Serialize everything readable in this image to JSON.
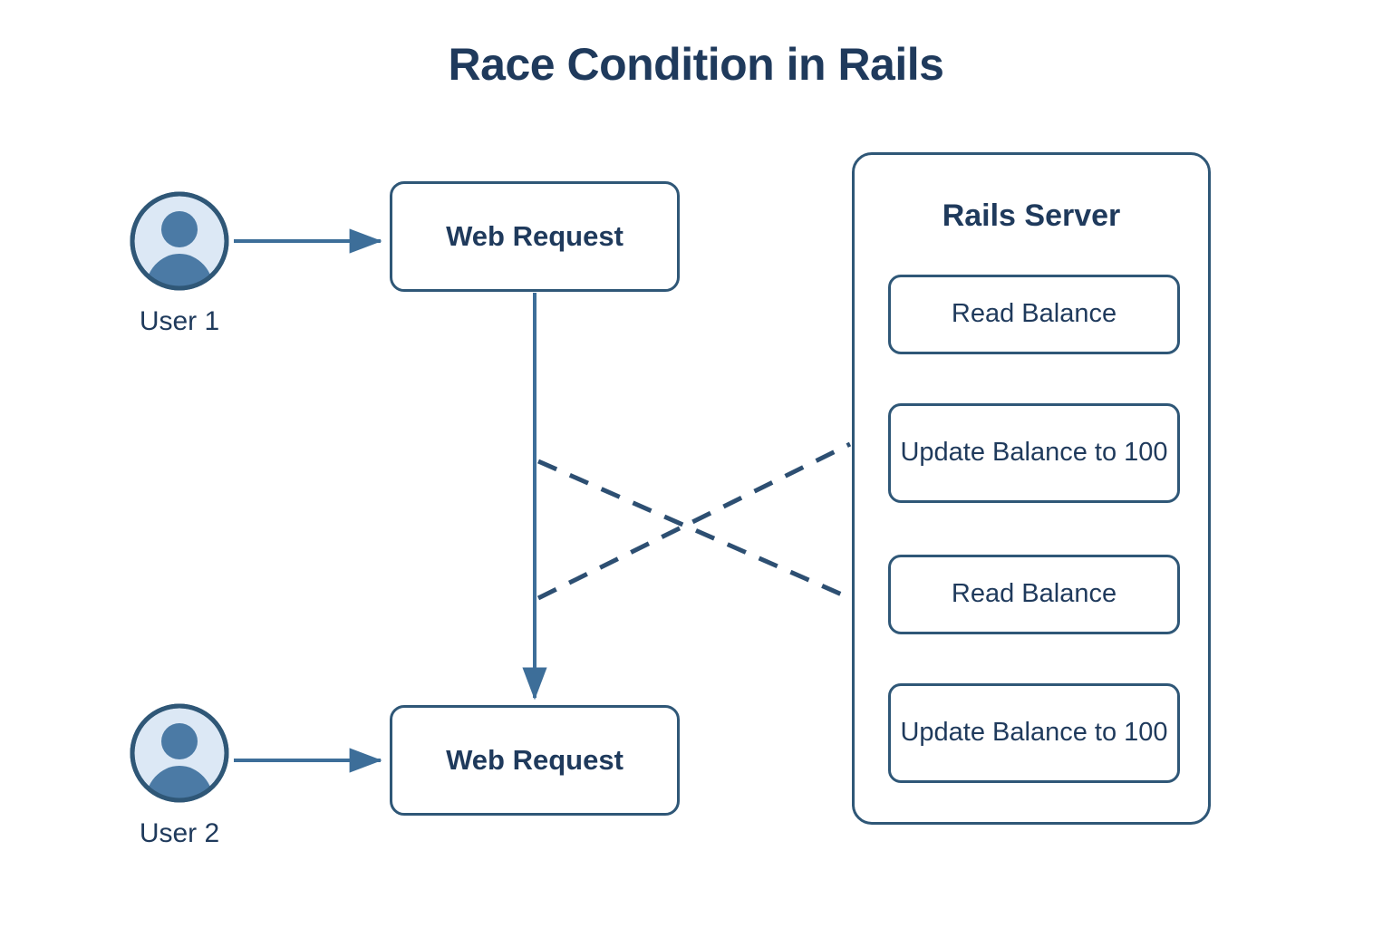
{
  "title": "Race Condition in Rails",
  "colors": {
    "background": "#ffffff",
    "stroke": "#2f5777",
    "text": "#1f3a5c",
    "avatar_fill": "#dce8f5",
    "avatar_figure": "#4b7aa5",
    "avatar_ring": "#2f5777",
    "dashed_line": "#2d4f72"
  },
  "users": [
    {
      "id": "user-1",
      "label": "User 1",
      "icon": "user-avatar-icon"
    },
    {
      "id": "user-2",
      "label": "User 2",
      "icon": "user-avatar-icon"
    }
  ],
  "requests": [
    {
      "id": "web-request-1",
      "label": "Web Request"
    },
    {
      "id": "web-request-2",
      "label": "Web Request"
    }
  ],
  "server": {
    "title": "Rails Server",
    "steps": [
      {
        "id": "read-balance-1",
        "label": "Read Balance"
      },
      {
        "id": "update-balance-1",
        "label": "Update Balance to 100"
      },
      {
        "id": "read-balance-2",
        "label": "Read Balance"
      },
      {
        "id": "update-balance-2",
        "label": "Update Balance to 100"
      }
    ]
  },
  "connectors": [
    {
      "id": "user1-to-request1",
      "style": "solid",
      "arrow": true
    },
    {
      "id": "user2-to-request2",
      "style": "solid",
      "arrow": true
    },
    {
      "id": "request1-to-request2",
      "style": "solid",
      "arrow": true
    },
    {
      "id": "read1-to-update1",
      "style": "solid",
      "arrow": true
    },
    {
      "id": "read2-to-update2",
      "style": "solid",
      "arrow": true
    },
    {
      "id": "request1-to-readbalance2",
      "style": "dashed",
      "arrow": false
    },
    {
      "id": "request2-to-updatebalance1",
      "style": "dashed",
      "arrow": false
    }
  ]
}
